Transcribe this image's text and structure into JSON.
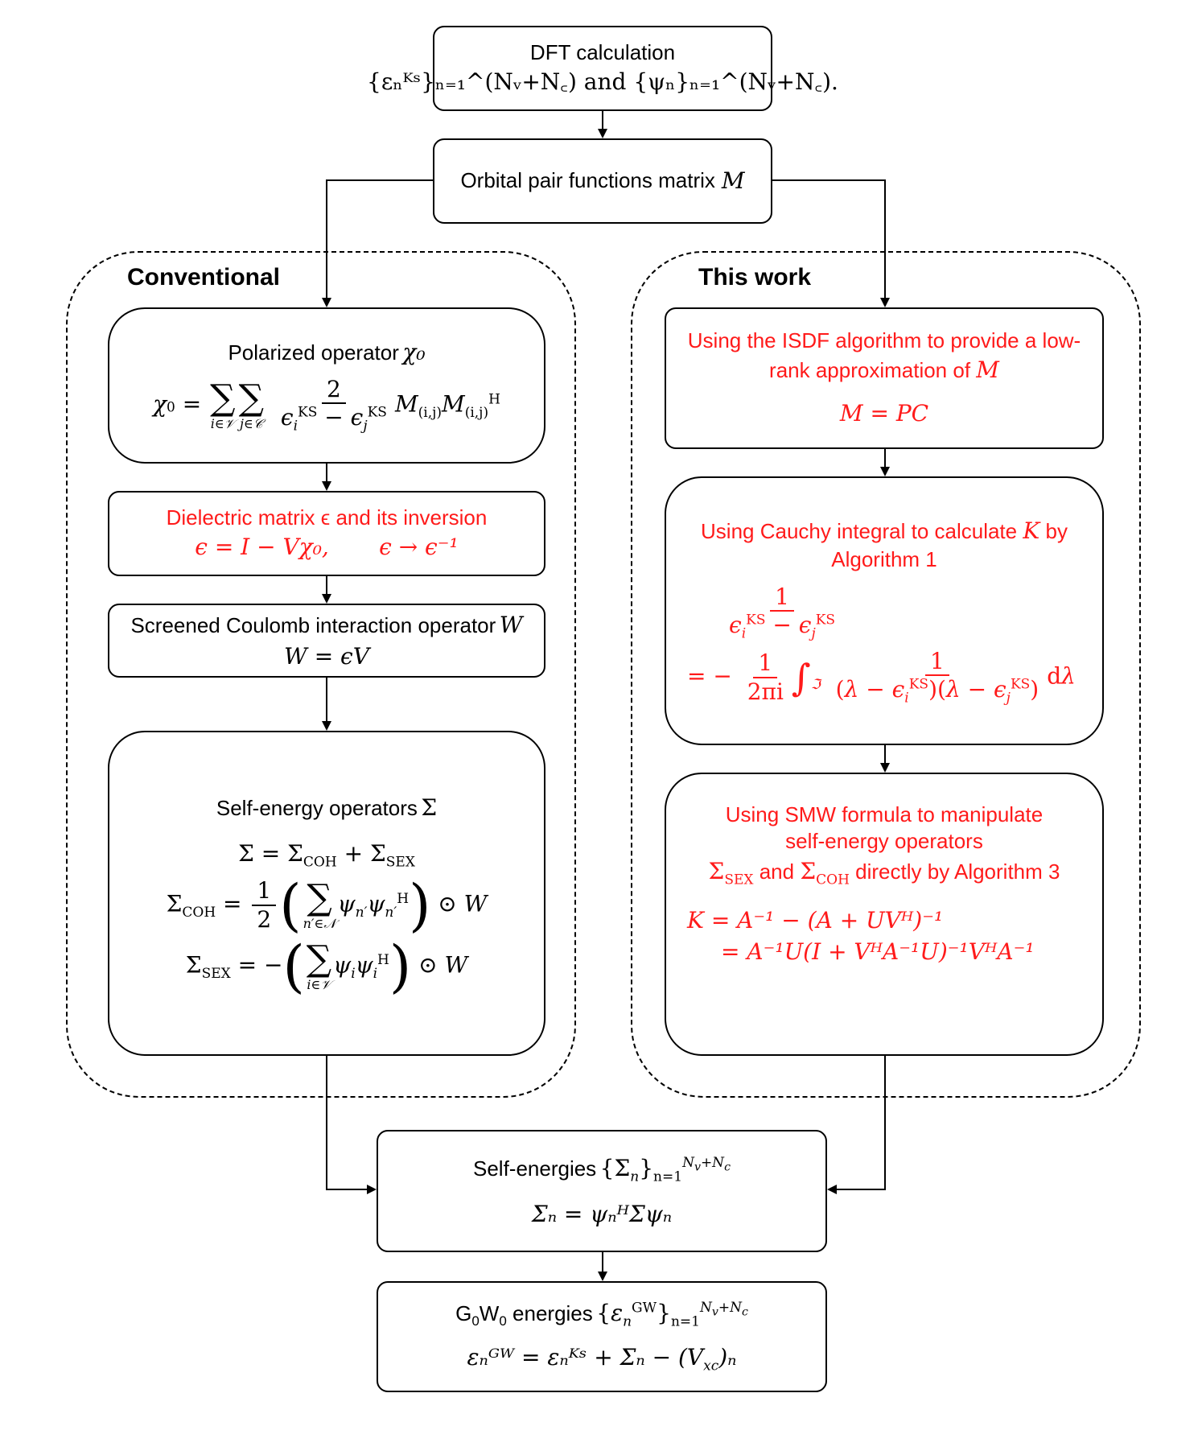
{
  "groups": {
    "conventional": {
      "title": "Conventional"
    },
    "this_work": {
      "title": "This work"
    }
  },
  "nodes": {
    "dft": {
      "title": "DFT calculation",
      "eq": "{εₙᴷˢ}ₙ₌₁^(Nᵥ+N꜀) and {ψₙ}ₙ₌₁^(Nᵥ+N꜀)."
    },
    "orbital": {
      "title": "Orbital pair functions matrix",
      "var": "M"
    },
    "polarized": {
      "title": "Polarized operator",
      "var": "χ₀"
    },
    "dielectric": {
      "title": "Dielectric matrix ϵ and its inversion",
      "eq": "ϵ = I − Vχ₀,       ϵ → ϵ⁻¹"
    },
    "screened": {
      "title": "Screened Coulomb interaction operator",
      "var": "W",
      "eq": "W = ϵV"
    },
    "selfop": {
      "title": "Self-energy operators",
      "var": "Σ",
      "eq1": "Σ = Σ",
      "eq1_sub_a": "COH",
      "eq1_mid": " + Σ",
      "eq1_sub_b": "SEX"
    },
    "isdf": {
      "title": "Using the ISDF algorithm to provide a low-rank approximation of",
      "var": "M",
      "eq": "M = PC"
    },
    "cauchy": {
      "title": "Using Cauchy integral to calculate",
      "var": "K",
      "title_tail": "by Algorithm 1"
    },
    "smw": {
      "title_1": "Using SMW formula to manipulate",
      "title_2": "self-energy operators",
      "title_3_a": "and",
      "title_3_b": "directly by Algorithm 3",
      "eq1": "K = A⁻¹ − (A + UVᴴ)⁻¹",
      "eq2": "= A⁻¹U(I + VᴴA⁻¹U)⁻¹VᴴA⁻¹"
    },
    "selfen": {
      "title": "Self-energies",
      "eq": "Σₙ = ψₙᴴΣψₙ"
    },
    "g0w0": {
      "title_a": "G",
      "title_b": "W",
      "title_c": " energies",
      "eq": "εₙᴳᵂ = εₙᴷˢ + Σₙ − (V",
      "eq_sub": "xc",
      "eq_tail": ")ₙ"
    }
  }
}
